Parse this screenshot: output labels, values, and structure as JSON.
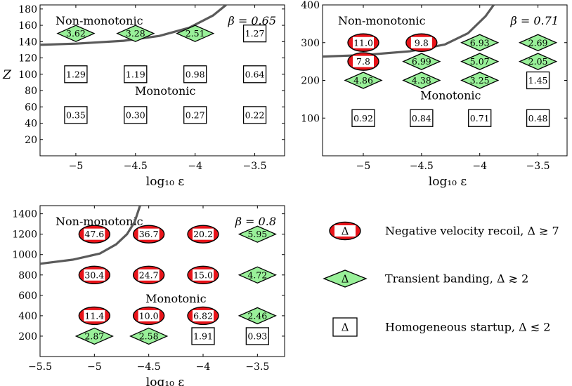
{
  "chart_data": [
    {
      "type": "scatter",
      "beta_label": "β = 0.65",
      "xlabel": "log₁₀ ε",
      "ylabel": "Z",
      "xlim": [
        -5.3,
        -3.25
      ],
      "ylim": [
        0,
        185
      ],
      "xticks": [
        -5,
        -4.5,
        -4,
        -3.5
      ],
      "xtick_labels": [
        "−5",
        "−4.5",
        "−4",
        "−3.5"
      ],
      "yticks": [
        20,
        40,
        60,
        80,
        100,
        120,
        140,
        160,
        180
      ],
      "region_labels": {
        "upper": "Non-monotonic",
        "lower": "Monotonic"
      },
      "boundary_curve": [
        [
          -5.3,
          136
        ],
        [
          -5.0,
          137.5
        ],
        [
          -4.6,
          141
        ],
        [
          -4.3,
          147
        ],
        [
          -4.05,
          157
        ],
        [
          -3.85,
          172
        ],
        [
          -3.74,
          185
        ]
      ],
      "points": [
        {
          "x": -5,
          "y": 150,
          "label": "3.62",
          "category": "banding"
        },
        {
          "x": -4.5,
          "y": 150,
          "label": "3.28",
          "category": "banding"
        },
        {
          "x": -4,
          "y": 150,
          "label": "2.51",
          "category": "banding"
        },
        {
          "x": -3.5,
          "y": 150,
          "label": "1.27",
          "category": "homogeneous"
        },
        {
          "x": -5,
          "y": 100,
          "label": "1.29",
          "category": "homogeneous"
        },
        {
          "x": -4.5,
          "y": 100,
          "label": "1.19",
          "category": "homogeneous"
        },
        {
          "x": -4,
          "y": 100,
          "label": "0.98",
          "category": "homogeneous"
        },
        {
          "x": -3.5,
          "y": 100,
          "label": "0.64",
          "category": "homogeneous"
        },
        {
          "x": -5,
          "y": 50,
          "label": "0.35",
          "category": "homogeneous"
        },
        {
          "x": -4.5,
          "y": 50,
          "label": "0.30",
          "category": "homogeneous"
        },
        {
          "x": -4,
          "y": 50,
          "label": "0.27",
          "category": "homogeneous"
        },
        {
          "x": -3.5,
          "y": 50,
          "label": "0.22",
          "category": "homogeneous"
        }
      ]
    },
    {
      "type": "scatter",
      "beta_label": "β = 0.71",
      "xlabel": "log₁₀ ε",
      "ylabel": "",
      "xlim": [
        -5.35,
        -3.25
      ],
      "ylim": [
        0,
        400
      ],
      "xticks": [
        -5,
        -4.5,
        -4,
        -3.5
      ],
      "xtick_labels": [
        "−5",
        "−4.5",
        "−4",
        "−3.5"
      ],
      "yticks": [
        100,
        200,
        300,
        400
      ],
      "region_labels": {
        "upper": "Non-monotonic",
        "lower": "Monotonic"
      },
      "boundary_curve": [
        [
          -5.35,
          263
        ],
        [
          -5.0,
          267
        ],
        [
          -4.6,
          277
        ],
        [
          -4.3,
          295
        ],
        [
          -4.1,
          325
        ],
        [
          -3.95,
          370
        ],
        [
          -3.88,
          400
        ]
      ],
      "points": [
        {
          "x": -5,
          "y": 300,
          "label": "11.0",
          "category": "recoil"
        },
        {
          "x": -4.5,
          "y": 300,
          "label": "9.8",
          "category": "recoil"
        },
        {
          "x": -4,
          "y": 300,
          "label": "6.93",
          "category": "banding"
        },
        {
          "x": -3.5,
          "y": 300,
          "label": "2.69",
          "category": "banding"
        },
        {
          "x": -5,
          "y": 250,
          "label": "7.8",
          "category": "recoil"
        },
        {
          "x": -4.5,
          "y": 250,
          "label": "6.99",
          "category": "banding"
        },
        {
          "x": -4,
          "y": 250,
          "label": "5.07",
          "category": "banding"
        },
        {
          "x": -3.5,
          "y": 250,
          "label": "2.05",
          "category": "banding"
        },
        {
          "x": -5,
          "y": 200,
          "label": "4.86",
          "category": "banding"
        },
        {
          "x": -4.5,
          "y": 200,
          "label": "4.38",
          "category": "banding"
        },
        {
          "x": -4,
          "y": 200,
          "label": "3.25",
          "category": "banding"
        },
        {
          "x": -3.5,
          "y": 200,
          "label": "1.45",
          "category": "homogeneous"
        },
        {
          "x": -5,
          "y": 100,
          "label": "0.92",
          "category": "homogeneous"
        },
        {
          "x": -4.5,
          "y": 100,
          "label": "0.84",
          "category": "homogeneous"
        },
        {
          "x": -4,
          "y": 100,
          "label": "0.71",
          "category": "homogeneous"
        },
        {
          "x": -3.5,
          "y": 100,
          "label": "0.48",
          "category": "homogeneous"
        }
      ]
    },
    {
      "type": "scatter",
      "beta_label": "β = 0.8",
      "xlabel": "log₁₀ ε",
      "ylabel": "",
      "xlim": [
        -5.5,
        -3.25
      ],
      "ylim": [
        0,
        1480
      ],
      "xticks": [
        -5.5,
        -5,
        -4.5,
        -4,
        -3.5
      ],
      "xtick_labels": [
        "−5.5",
        "−5",
        "−4.5",
        "−4",
        "−3.5"
      ],
      "yticks": [
        200,
        400,
        600,
        800,
        1000,
        1200,
        1400
      ],
      "region_labels": {
        "upper": "Non-monotonic",
        "lower": "Monotonic"
      },
      "boundary_curve": [
        [
          -5.5,
          910
        ],
        [
          -5.2,
          950
        ],
        [
          -4.95,
          1010
        ],
        [
          -4.8,
          1100
        ],
        [
          -4.7,
          1200
        ],
        [
          -4.63,
          1320
        ],
        [
          -4.58,
          1480
        ]
      ],
      "points": [
        {
          "x": -5,
          "y": 1200,
          "label": "47.6",
          "category": "recoil"
        },
        {
          "x": -4.5,
          "y": 1200,
          "label": "36.7",
          "category": "recoil"
        },
        {
          "x": -4,
          "y": 1200,
          "label": "20.2",
          "category": "recoil"
        },
        {
          "x": -3.5,
          "y": 1200,
          "label": "5.95",
          "category": "banding"
        },
        {
          "x": -5,
          "y": 800,
          "label": "30.4",
          "category": "recoil"
        },
        {
          "x": -4.5,
          "y": 800,
          "label": "24.7",
          "category": "recoil"
        },
        {
          "x": -4,
          "y": 800,
          "label": "15.0",
          "category": "recoil"
        },
        {
          "x": -3.5,
          "y": 800,
          "label": "4.72",
          "category": "banding"
        },
        {
          "x": -5,
          "y": 400,
          "label": "11.4",
          "category": "recoil"
        },
        {
          "x": -4.5,
          "y": 400,
          "label": "10.0",
          "category": "recoil"
        },
        {
          "x": -4,
          "y": 400,
          "label": "6.82",
          "category": "recoil"
        },
        {
          "x": -3.5,
          "y": 400,
          "label": "2.46",
          "category": "banding"
        },
        {
          "x": -5,
          "y": 200,
          "label": "2.87",
          "category": "banding"
        },
        {
          "x": -4.5,
          "y": 200,
          "label": "2.58",
          "category": "banding"
        },
        {
          "x": -4,
          "y": 200,
          "label": "1.91",
          "category": "homogeneous"
        },
        {
          "x": -3.5,
          "y": 200,
          "label": "0.93",
          "category": "homogeneous"
        }
      ]
    }
  ],
  "legend": [
    {
      "category": "recoil",
      "symbol": "Δ",
      "label": "Negative velocity recoil, Δ ≳ 7"
    },
    {
      "category": "banding",
      "symbol": "Δ",
      "label": "Transient banding, Δ ≳ 2"
    },
    {
      "category": "homogeneous",
      "symbol": "Δ",
      "label": "Homogeneous startup, Δ ≲ 2"
    }
  ],
  "colors": {
    "recoil_stripe": "#e8141a",
    "banding_fill": "#99f099",
    "boundary": "#5a5a5a"
  }
}
